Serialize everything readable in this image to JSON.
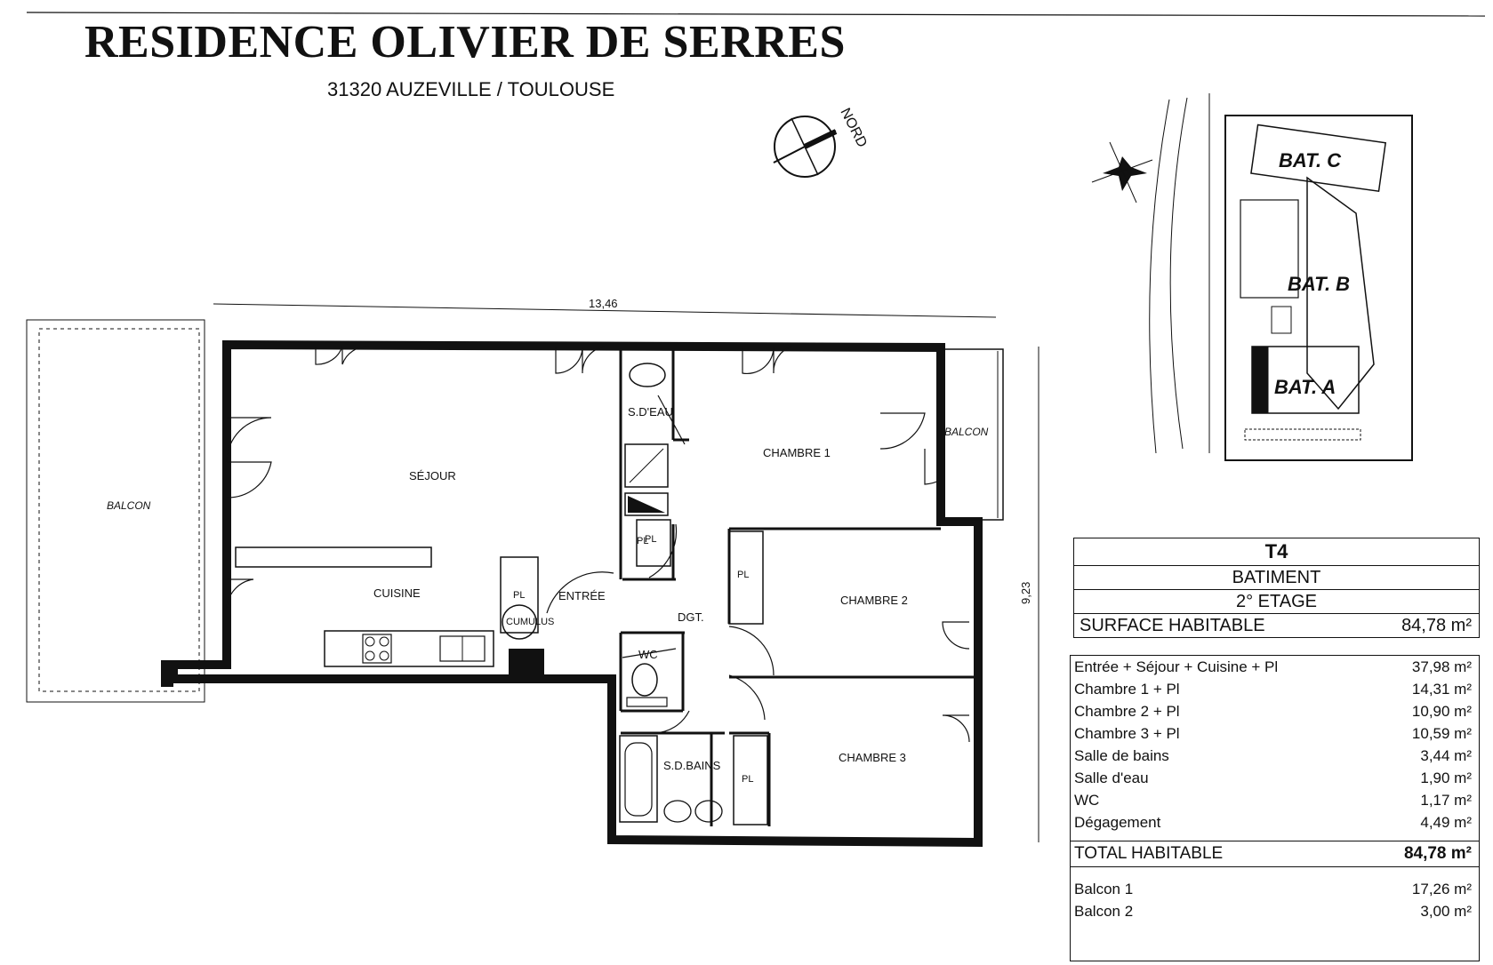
{
  "header": {
    "title": "RESIDENCE OLIVIER DE SERRES",
    "address": "31320 AUZEVILLE / TOULOUSE",
    "compass_label": "NORD"
  },
  "plan": {
    "width_dim": "13,46",
    "height_dim": "9,23",
    "rooms": {
      "sejour": "SÉJOUR",
      "cuisine": "CUISINE",
      "entree": "ENTRÉE",
      "balcon_left": "BALCON",
      "balcon_right": "BALCON",
      "sdeau": "S.D'EAU",
      "chambre1": "CHAMBRE 1",
      "chambre2": "CHAMBRE 2",
      "chambre3": "CHAMBRE 3",
      "dgt": "DGT.",
      "wc": "WC",
      "sdbains": "S.D.BAINS"
    },
    "closets": [
      "PL",
      "PL",
      "PL",
      "PL",
      "PL"
    ],
    "appliance": "CUMULUS"
  },
  "site_plan": {
    "buildings": [
      "BAT. C",
      "BAT. B",
      "BAT. A"
    ]
  },
  "summary": {
    "type": "T4",
    "batiment_label": "BATIMENT",
    "etage": "2° ETAGE",
    "surface_label": "SURFACE HABITABLE",
    "surface_value": "84,78 m²"
  },
  "rooms_table": [
    {
      "name": "Entrée + Séjour + Cuisine + Pl",
      "area": "37,98 m²"
    },
    {
      "name": "Chambre 1 + Pl",
      "area": "14,31 m²"
    },
    {
      "name": "Chambre 2 + Pl",
      "area": "10,90 m²"
    },
    {
      "name": "Chambre 3 + Pl",
      "area": "10,59 m²"
    },
    {
      "name": "Salle de bains",
      "area": "3,44 m²"
    },
    {
      "name": "Salle d'eau",
      "area": "1,90 m²"
    },
    {
      "name": "WC",
      "area": "1,17 m²"
    },
    {
      "name": "Dégagement",
      "area": "4,49 m²"
    }
  ],
  "total": {
    "label": "TOTAL HABITABLE",
    "value": "84,78 m²"
  },
  "balconies": [
    {
      "name": "Balcon 1",
      "area": "17,26 m²"
    },
    {
      "name": "Balcon 2",
      "area": "3,00 m²"
    }
  ]
}
